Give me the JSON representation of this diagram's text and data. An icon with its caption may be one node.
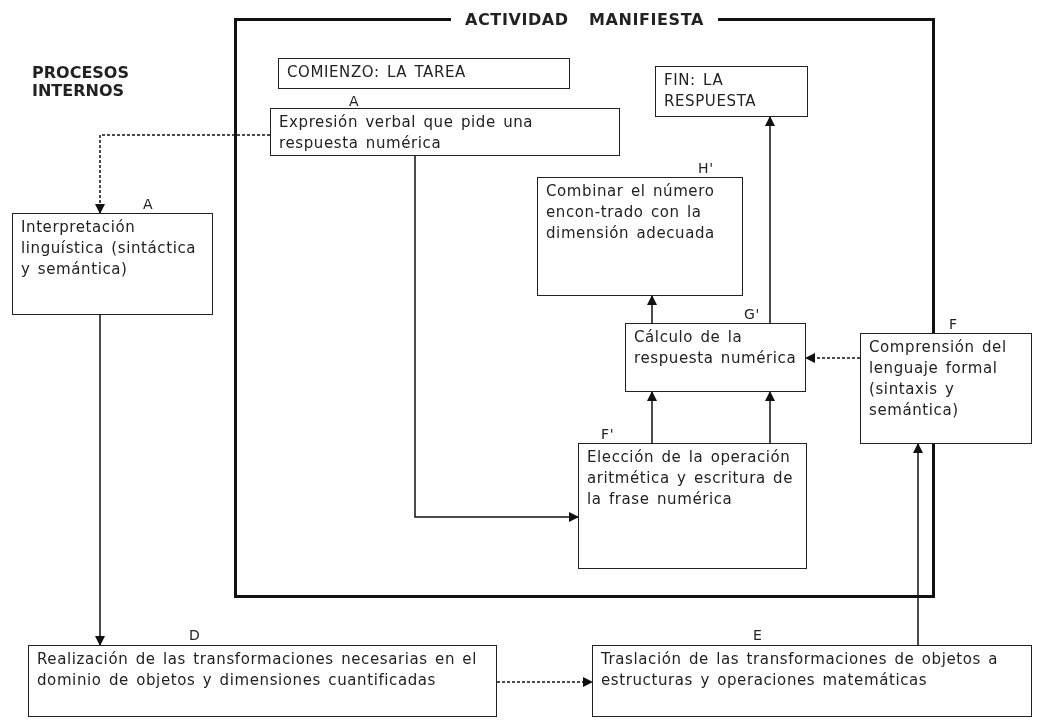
{
  "diagram": {
    "nodes": [
      {
        "text": [
          "ACTIVIDAD MANIFIESTA"
        ]
      },
      {
        "text": [
          "COMIENZO: LA TAREA"
        ],
        "in": 0
      },
      {
        "text": [
          "Expresión verbal que pide una respuesta numérica"
        ],
        "beside": [
          "A"
        ],
        "in": 0
      },
      {
        "text": [
          "FIN: LA RESPUESTA"
        ],
        "in": 0
      },
      {
        "text": [
          "Combinar el número encon-trado con la dimensión adecuada"
        ],
        "beside": [
          "H'"
        ],
        "in": 0
      },
      {
        "text": [
          "Cálculo de la respuesta numérica"
        ],
        "beside": [
          "G'"
        ],
        "in": 0
      },
      {
        "text": [
          "Elección de la operación aritmética y escritura de la frase numérica"
        ],
        "beside": [
          "F'"
        ],
        "in": 0
      },
      {
        "text": [
          "Interpretación linguística (sintáctica y semántica)"
        ],
        "beside": [
          "A"
        ]
      },
      {
        "text": [
          "Comprensión del lenguaje formal (sintaxis y semántica)"
        ],
        "beside": [
          "F"
        ]
      },
      {
        "text": [
          "Realización de las transformaciones necesarias en el dominio de objetos y dimensiones cuantificadas"
        ],
        "beside": [
          "D"
        ]
      },
      {
        "text": [
          "Traslación de las transformaciones de objetos a estructuras y operaciones matemáticas"
        ],
        "beside": [
          "E"
        ]
      }
    ],
    "edges": [
      {
        "from": 2,
        "to": 7,
        "arrow": "to",
        "style": "dashed"
      },
      {
        "from": 2,
        "to": 6,
        "arrow": "to"
      },
      {
        "from": 7,
        "to": 9,
        "arrow": "to"
      },
      {
        "from": 9,
        "to": 10,
        "arrow": "to",
        "style": "dashed"
      },
      {
        "from": 10,
        "to": 8,
        "arrow": "to"
      },
      {
        "from": 8,
        "to": 5,
        "arrow": "to",
        "style": "dashed"
      },
      {
        "from": 6,
        "to": 5,
        "arrow": "to"
      },
      {
        "from": 6,
        "to": 5,
        "arrow": "to"
      },
      {
        "from": 5,
        "to": 4,
        "arrow": "to"
      },
      {
        "from": 5,
        "to": 3,
        "arrow": "to"
      }
    ],
    "labels": [
      "PROCESOS INTERNOS"
    ]
  }
}
